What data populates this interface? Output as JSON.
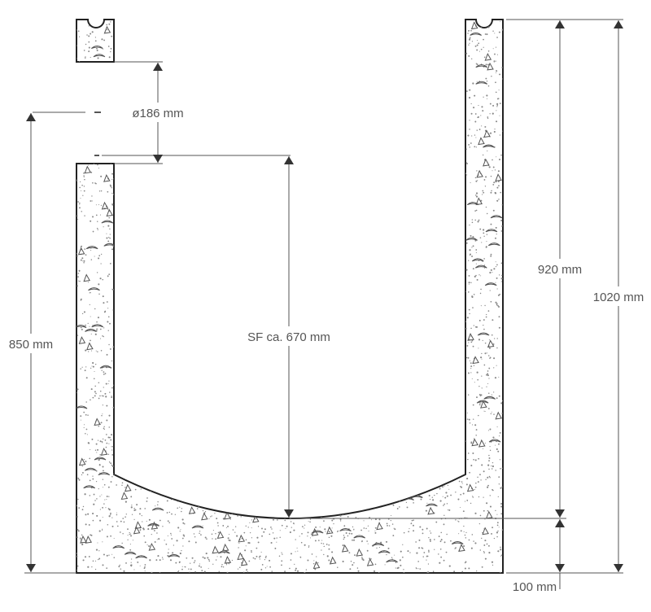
{
  "dimensions": {
    "pipe_diameter": "ø186 mm",
    "left_height": "850 mm",
    "flow_depth": "SF ca. 670 mm",
    "inner_height": "920 mm",
    "total_height": "1020 mm",
    "base_thickness": "100 mm"
  },
  "colors": {
    "outline": "#222222",
    "dimension": "#555555"
  }
}
